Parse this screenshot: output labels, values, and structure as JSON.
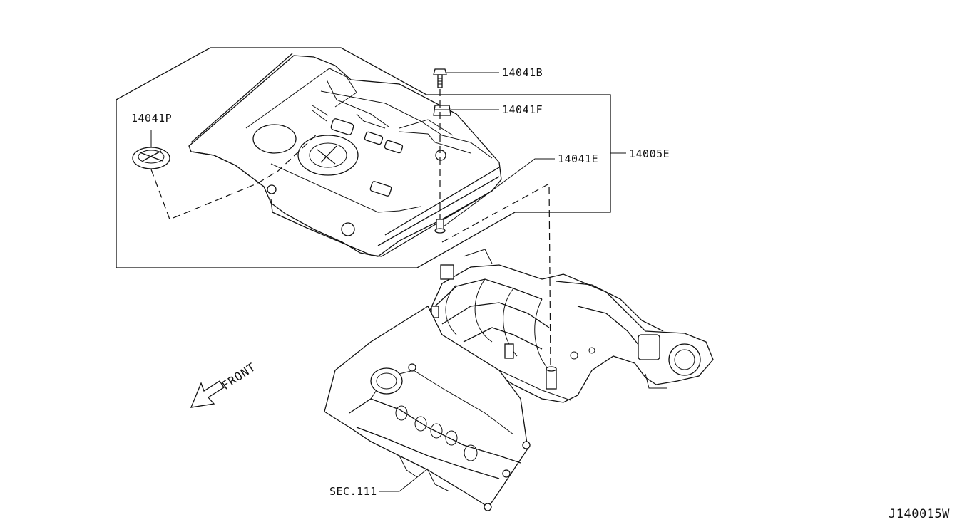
{
  "labels": {
    "bolt": "14041B",
    "grommet": "14041F",
    "collar": "14041E",
    "ornament": "14041P",
    "cover_assembly": "14005E",
    "section_ref": "SEC.111",
    "direction": "FRONT",
    "diagram_code": "J140015W"
  },
  "icons": {
    "direction_arrow": "front-arrow-icon"
  }
}
